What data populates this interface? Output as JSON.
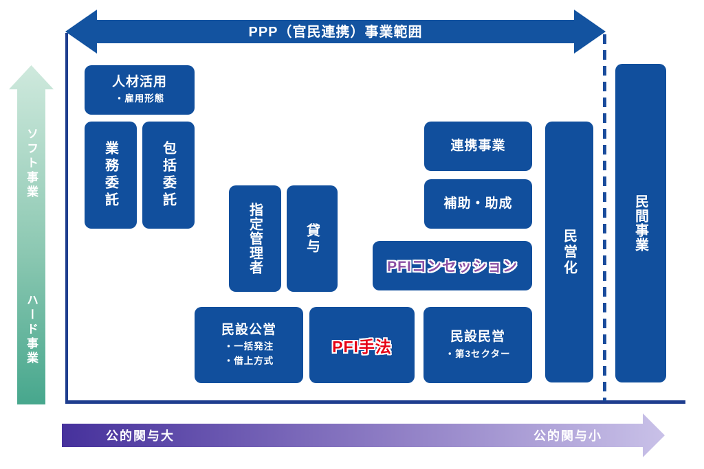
{
  "top_arrow": {
    "label": "PPP（官民連携）事業範囲"
  },
  "left_axis": {
    "soft": "ソフト事業",
    "hard": "ハード事業"
  },
  "bottom_axis": {
    "left": "公的関与大",
    "right": "公的関与小"
  },
  "boxes": {
    "jinzai": {
      "title": "人材活用",
      "bullets": [
        "・雇用形態"
      ]
    },
    "gyomu": {
      "title": "業務委託"
    },
    "hokatsu": {
      "title": "包括委託"
    },
    "shitei": {
      "title": "指定管理者"
    },
    "taiyo": {
      "title": "貸与"
    },
    "renkei": {
      "title": "連携事業"
    },
    "hojo": {
      "title": "補助・助成"
    },
    "concession": {
      "title": "PFIコンセッション"
    },
    "minsetsu_koei": {
      "title": "民設公営",
      "bullets": [
        "・一括発注",
        "・借上方式"
      ]
    },
    "pfi": {
      "title": "PFI手法"
    },
    "minsetsu_minei": {
      "title": "民設民営",
      "bullets": [
        "・第3セクター"
      ]
    },
    "mineika": {
      "title": "民営化"
    },
    "minkan": {
      "title": "民間事業"
    }
  },
  "colors": {
    "box_blue": "#114F9D",
    "arrow_blue": "#1353A0",
    "border_navy": "#1E3D8E",
    "dash_blue": "#1A4C9C",
    "green_gradient_top": "#CFE9DD",
    "green_gradient_bottom": "#47A78D",
    "purple_gradient_left": "#46319C",
    "purple_gradient_right": "#C9C1E8",
    "pfi_red": "#E60014",
    "concession_purple": "#8A4FA3"
  }
}
